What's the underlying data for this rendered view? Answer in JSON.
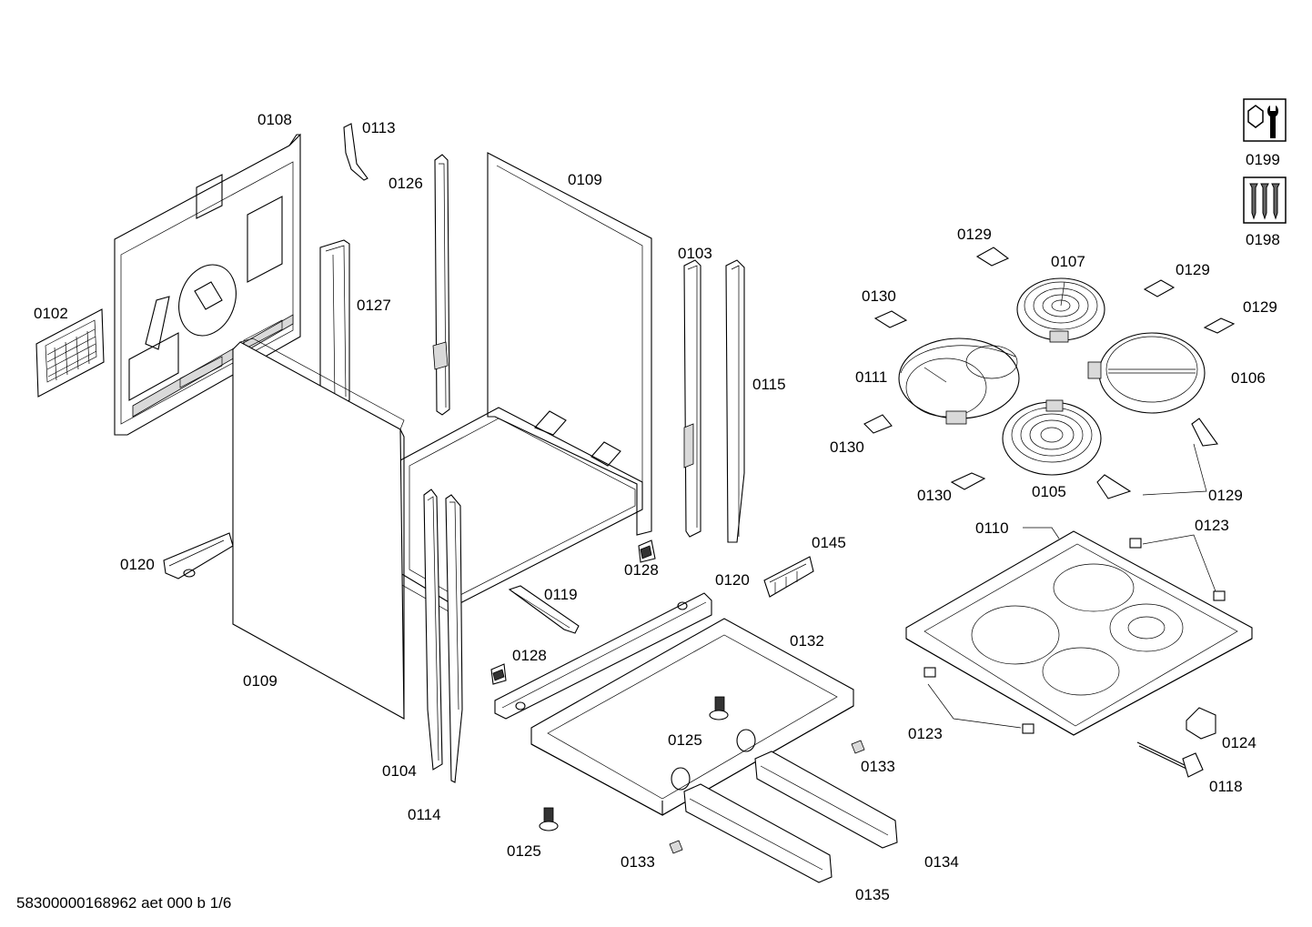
{
  "document_id": "58300000168962 aet 000 b 1/6",
  "labels": {
    "p0108": "0108",
    "p0113": "0113",
    "p0126": "0126",
    "p0109_top": "0109",
    "p0102": "0102",
    "p0127": "0127",
    "p0103": "0103",
    "p0115": "0115",
    "p0120_left": "0120",
    "p0128_top": "0128",
    "p0119": "0119",
    "p0120_mid": "0120",
    "p0145": "0145",
    "p0128_bottom": "0128",
    "p0132": "0132",
    "p0109_bottom": "0109",
    "p0125_mid": "0125",
    "p0133_right": "0133",
    "p0104": "0104",
    "p0114": "0114",
    "p0125_bottom": "0125",
    "p0133_bottom": "0133",
    "p0134": "0134",
    "p0135": "0135",
    "p0199": "0199",
    "p0198": "0198",
    "p0129_top": "0129",
    "p0107": "0107",
    "p0129_right1": "0129",
    "p0130_top": "0130",
    "p0129_right2": "0129",
    "p0111": "0111",
    "p0106": "0106",
    "p0130_mid": "0130",
    "p0130_bottom": "0130",
    "p0105": "0105",
    "p0129_bottom": "0129",
    "p0110": "0110",
    "p0123_top": "0123",
    "p0123_bottom": "0123",
    "p0124": "0124",
    "p0118": "0118"
  },
  "icons": {
    "service_icon": "wrench-nut-icon",
    "screws_icon": "screws-icon"
  }
}
